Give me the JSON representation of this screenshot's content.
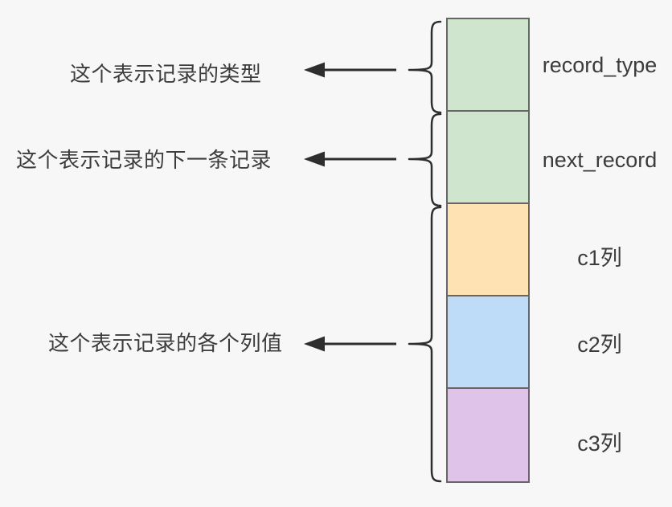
{
  "diagram": {
    "annotations": [
      {
        "text": "这个表示记录的类型"
      },
      {
        "text": "这个表示记录的下一条记录"
      },
      {
        "text": "这个表示记录的各个列值"
      }
    ],
    "blocks": [
      {
        "label": "record_type",
        "color": "#cfe5cd"
      },
      {
        "label": "next_record",
        "color": "#cfe5cd"
      },
      {
        "label": "c1列",
        "color": "#fee2b4"
      },
      {
        "label": "c2列",
        "color": "#bedcf7"
      },
      {
        "label": "c3列",
        "color": "#dfc3e8"
      }
    ],
    "colors": {
      "background": "#f7f7f7",
      "block_border": "#666666",
      "line": "#2e2e2e",
      "text": "#3c3c3c"
    }
  }
}
